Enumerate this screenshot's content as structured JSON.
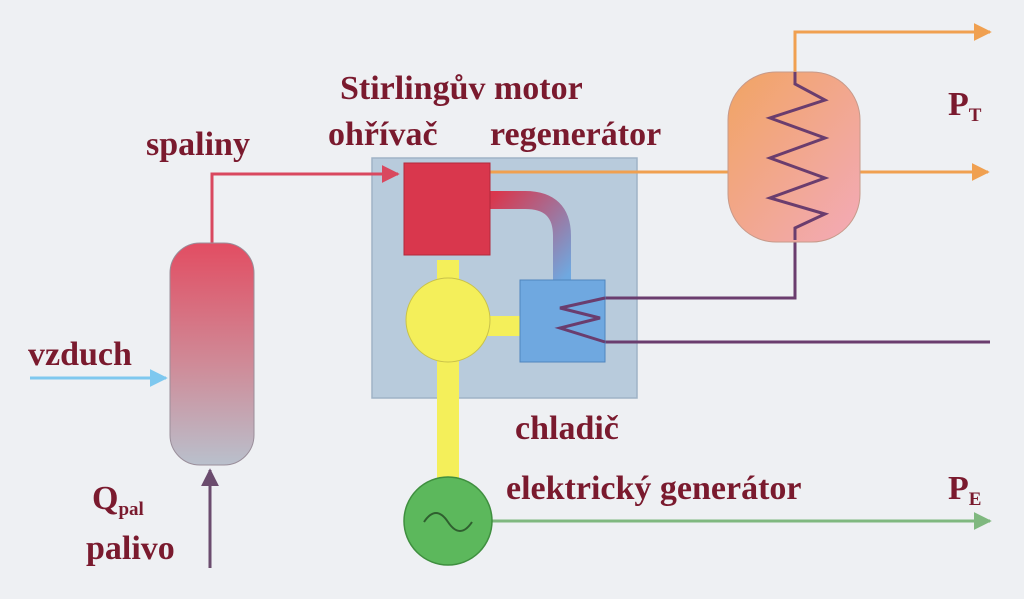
{
  "labels": {
    "stirling_motor": "Stirlingův motor",
    "heater": "ohřívač",
    "regenerator": "regenerátor",
    "flue_gas": "spaliny",
    "air": "vzduch",
    "fuel_heat_main": "Q",
    "fuel_heat_sub": "pal",
    "fuel": "palivo",
    "cooler": "chladič",
    "generator": "elektrický generátor",
    "thermal_power_main": "P",
    "thermal_power_sub": "T",
    "electric_power_main": "P",
    "electric_power_sub": "E"
  },
  "colors": {
    "text": "#7a1a2e",
    "flue_gas_line": "#d9485f",
    "hot_water_line": "#f0a050",
    "cold_loop_line": "#6a3d6e",
    "air_line": "#7ec8ef",
    "fuel_line": "#6b4c6e",
    "electric_line": "#7fb87f",
    "engine_housing": "#b8cbdc",
    "heater_block": "#d9374d",
    "cooler_block": "#6fa8e0",
    "crankcase": "#f4ef5a",
    "generator": "#5cb85c"
  }
}
